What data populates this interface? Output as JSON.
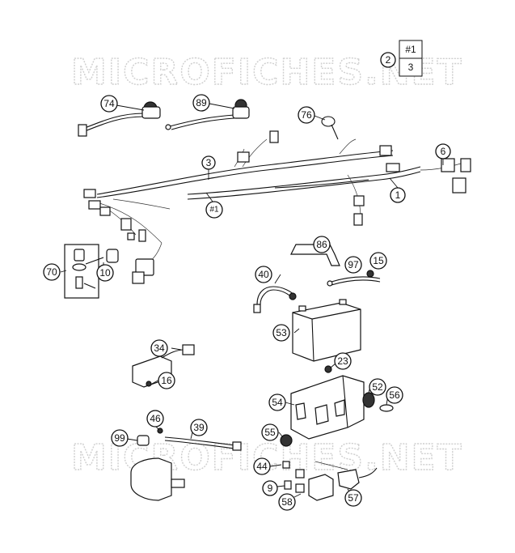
{
  "watermark": {
    "text_top": "MICROFICHES.NET",
    "text_bottom": "MICROFICHES.NET"
  },
  "legend": {
    "label_2": "2",
    "label_1": "#1",
    "label_3": "3"
  },
  "callouts": {
    "c74": "74",
    "c89": "89",
    "c76": "76",
    "c3": "3",
    "c6": "6",
    "c1": "1",
    "c1b": "#1",
    "c70": "70",
    "c10": "10",
    "c86": "86",
    "c97": "97",
    "c15": "15",
    "c40": "40",
    "c53": "53",
    "c34": "34",
    "c16": "16",
    "c23": "23",
    "c52": "52",
    "c56": "56",
    "c54": "54",
    "c46": "46",
    "c39": "39",
    "c99": "99",
    "c55": "55",
    "c44": "44",
    "c9": "9",
    "c58": "58",
    "c57": "57"
  }
}
